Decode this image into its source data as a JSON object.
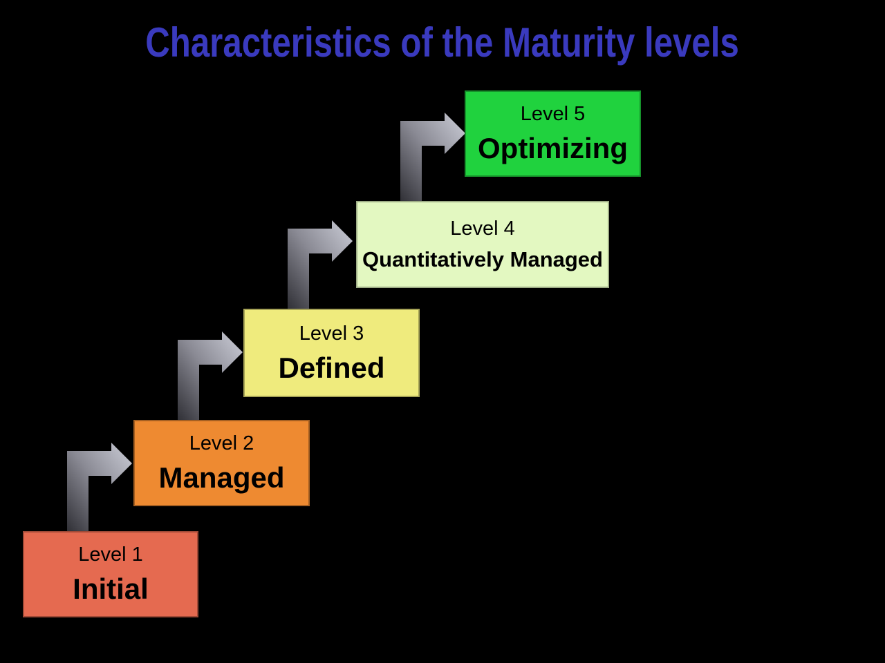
{
  "title": {
    "text": "Characteristics of the Maturity levels",
    "color": "#3A3ABE"
  },
  "background_color": "#000000",
  "levels": [
    {
      "label": "Level 1",
      "name": "Initial",
      "color": "#E56A50"
    },
    {
      "label": "Level 2",
      "name": "Managed",
      "color": "#EE8A31"
    },
    {
      "label": "Level 3",
      "name": "Defined",
      "color": "#EFEB7D"
    },
    {
      "label": "Level 4",
      "name": "Quantitatively Managed",
      "color": "#E3F8C1"
    },
    {
      "label": "Level 5",
      "name": "Optimizing",
      "color": "#20D23E"
    }
  ],
  "arrow": {
    "gradient_from": "#303036",
    "gradient_mid": "#8A8A94",
    "gradient_to": "#CDCFD9"
  }
}
